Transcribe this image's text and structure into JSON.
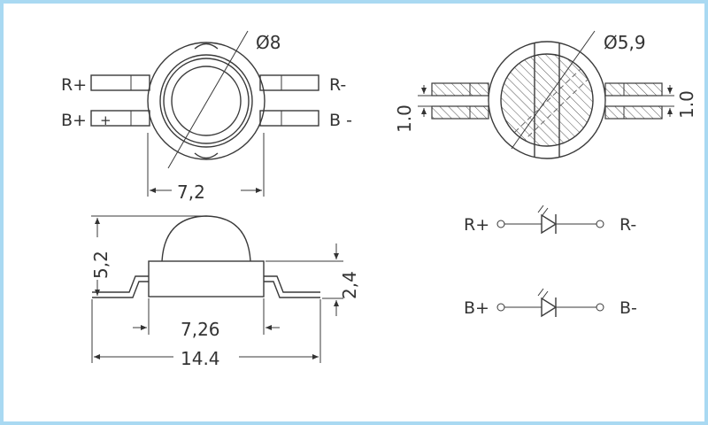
{
  "top_left_view": {
    "label_r_plus": "R+",
    "label_r_minus": "R-",
    "label_b_plus": "B+",
    "label_b_minus": "B -",
    "plus_mark": "+",
    "dim_diameter": "Ø8",
    "dim_width": "7,2"
  },
  "top_right_view": {
    "dim_diameter": "Ø5,9",
    "dim_pin_left": "1.0",
    "dim_pin_right": "1.0"
  },
  "side_view": {
    "dim_total_height": "5,2",
    "dim_body_height": "2,4",
    "dim_body_width": "7,26",
    "dim_total_width": "14.4"
  },
  "schematic": {
    "red_plus": "R+",
    "red_minus": "R-",
    "blue_plus": "B+",
    "blue_minus": "B-"
  },
  "colors": {
    "background_border": "#a9d9f2",
    "line": "#3a3a3a"
  }
}
